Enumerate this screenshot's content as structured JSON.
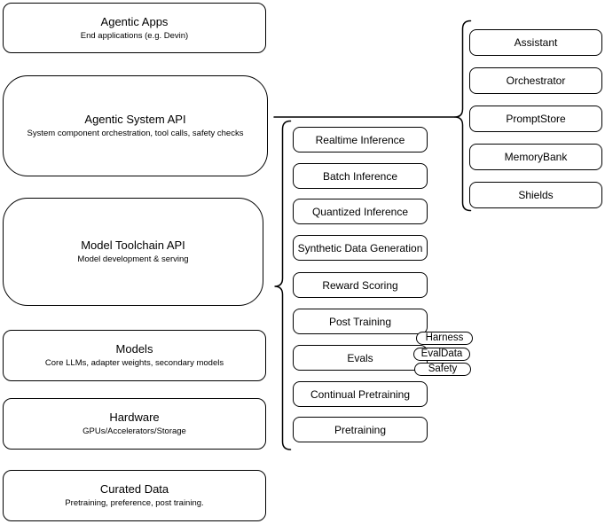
{
  "colors": {
    "stroke": "#000000",
    "fill": "#ffffff",
    "text": "#000000"
  },
  "stack": [
    {
      "title": "Agentic Apps",
      "subtitle": "End applications (e.g. Devin)"
    },
    {
      "title": "Agentic System API",
      "subtitle": "System component orchestration, tool calls, safety checks"
    },
    {
      "title": "Model Toolchain API",
      "subtitle": "Model development & serving"
    },
    {
      "title": "Models",
      "subtitle": "Core LLMs, adapter weights, secondary models"
    },
    {
      "title": "Hardware",
      "subtitle": "GPUs/Accelerators/Storage"
    },
    {
      "title": "Curated Data",
      "subtitle": "Pretraining, preference, post training."
    }
  ],
  "toolchain": [
    "Realtime Inference",
    "Batch Inference",
    "Quantized Inference",
    "Synthetic Data Generation",
    "Reward Scoring",
    "Post Training",
    "Evals",
    "Continual Pretraining",
    "Pretraining"
  ],
  "tags": [
    "Harness",
    "EvalData",
    "Safety"
  ],
  "components": [
    "Assistant",
    "Orchestrator",
    "PromptStore",
    "MemoryBank",
    "Shields"
  ]
}
